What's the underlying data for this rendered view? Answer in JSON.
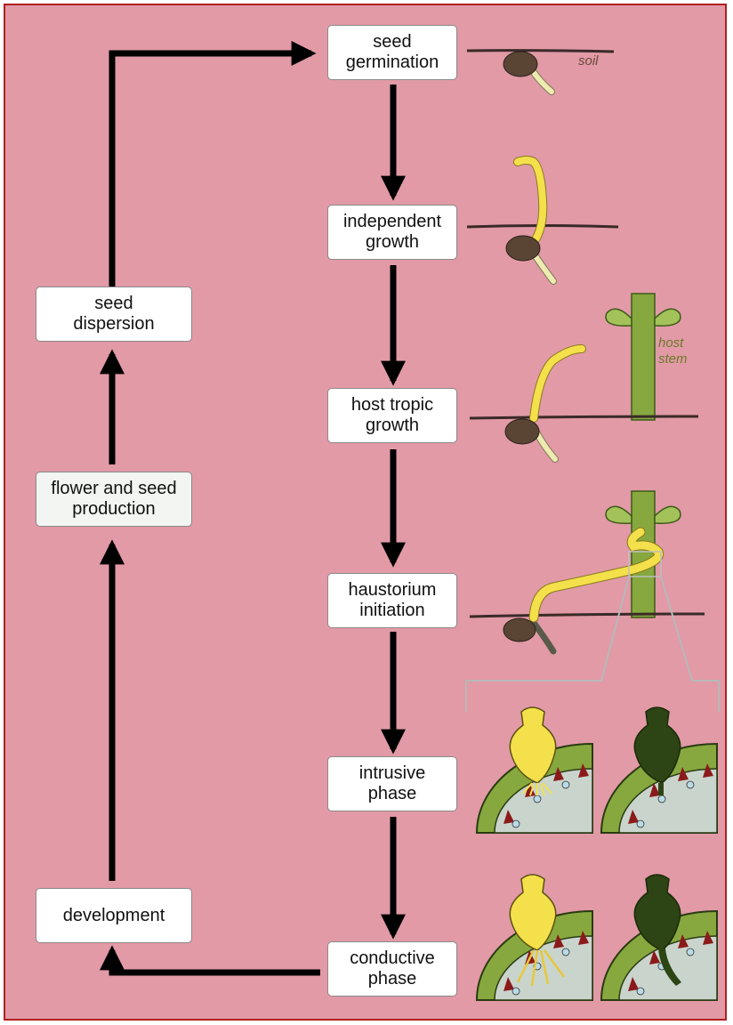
{
  "stages": {
    "seed_germination": "seed\ngermination",
    "independent_growth": "independent\ngrowth",
    "host_tropic_growth": "host tropic\ngrowth",
    "haustorium_initiation": "haustorium\ninitiation",
    "intrusive_phase": "intrusive\nphase",
    "conductive_phase": "conductive\nphase",
    "development": "development",
    "flower_and_seed_production": "flower and seed\nproduction",
    "seed_dispersion": "seed\ndispersion"
  },
  "labels": {
    "soil": "soil",
    "host_stem_line1": "host",
    "host_stem_line2": "stem"
  },
  "colors": {
    "background": "#e19aa6",
    "border": "#b02020",
    "arrow": "#000000",
    "soil_line": "#3a2a28",
    "seed": "#5a4535",
    "parasite_yellow": "#f4e04a",
    "parasite_pale": "#efeab0",
    "host_green": "#86a83e",
    "host_dark": "#2d4414",
    "vascular_red": "#8b1a1a",
    "vascular_blue": "#b9dbe8",
    "pith": "#c9d4cc"
  }
}
